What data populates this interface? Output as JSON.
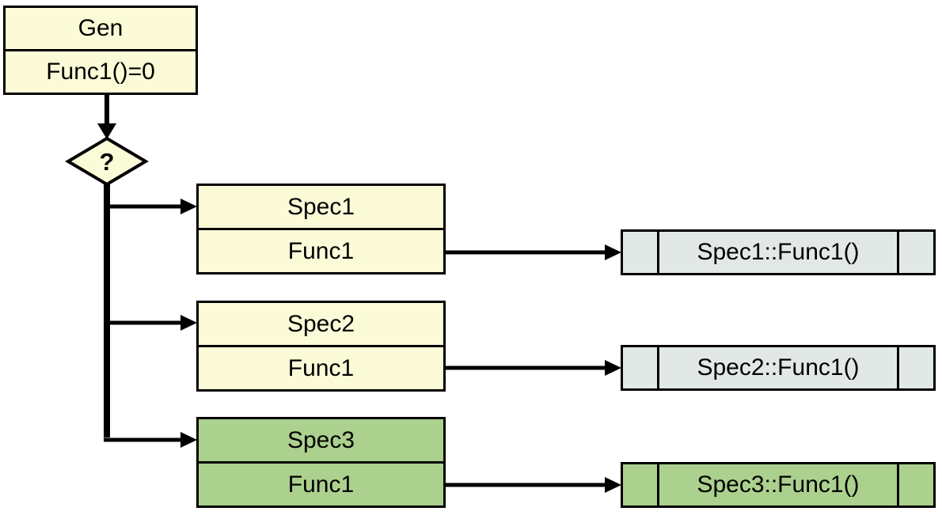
{
  "diagram": {
    "title_hint": "virtual function dispatch diagram",
    "background": "#FFFFFF"
  },
  "colors": {
    "class_yellow": "#FBFBD8",
    "class_green": "#ACD08E",
    "vtable_gray": "#E2E8E6",
    "line_black": "#000000"
  },
  "gen": {
    "name": "Gen",
    "method": "Func1()=0"
  },
  "decision": {
    "label": "?"
  },
  "classes": [
    {
      "name": "Spec1",
      "method": "Func1",
      "fill": "#FBFBD8"
    },
    {
      "name": "Spec2",
      "method": "Func1",
      "fill": "#FBFBD8"
    },
    {
      "name": "Spec3",
      "method": "Func1",
      "fill": "#ACD08E"
    }
  ],
  "vtables": [
    {
      "label": "Spec1::Func1()",
      "fill": "#E2E8E6"
    },
    {
      "label": "Spec2::Func1()",
      "fill": "#E2E8E6"
    },
    {
      "label": "Spec3::Func1()",
      "fill": "#ACD08E"
    }
  ]
}
